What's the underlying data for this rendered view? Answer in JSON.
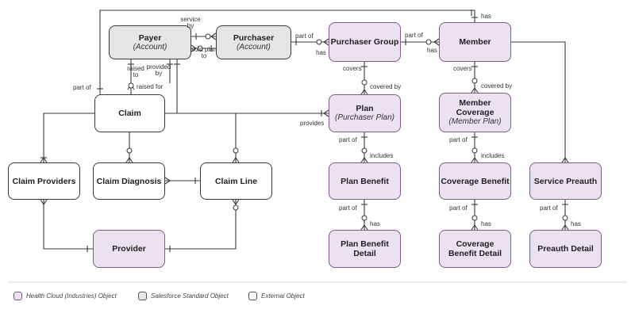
{
  "colors": {
    "line": "#3a3a3a",
    "standard_fill": "#e6e6e6",
    "external_fill": "#ffffff",
    "health_cloud_fill": "#ece1f0",
    "health_cloud_border": "#7e5b88"
  },
  "nodes": {
    "payer": {
      "name": "Payer",
      "sub": "(Account)"
    },
    "purchaser": {
      "name": "Purchaser",
      "sub": "(Account)"
    },
    "purchaser_group": {
      "name": "Purchaser Group"
    },
    "member": {
      "name": "Member"
    },
    "claim": {
      "name": "Claim"
    },
    "plan": {
      "name": "Plan",
      "sub": "(Purchaser Plan)"
    },
    "member_coverage": {
      "name": "Member Coverage",
      "sub": "(Member Plan)"
    },
    "claim_providers": {
      "name": "Claim Providers"
    },
    "claim_diagnosis": {
      "name": "Claim Diagnosis"
    },
    "claim_line": {
      "name": "Claim Line"
    },
    "plan_benefit": {
      "name": "Plan Benefit"
    },
    "coverage_benefit": {
      "name": "Coverage Benefit"
    },
    "service_preauth": {
      "name": "Service Preauth"
    },
    "provider": {
      "name": "Provider"
    },
    "plan_benefit_detail": {
      "name": "Plan Benefit Detail"
    },
    "coverage_benefit_detail": {
      "name": "Coverage Benefit Detail"
    },
    "preauth_detail": {
      "name": "Preauth Detail"
    }
  },
  "labels": {
    "has_top": "has",
    "service_by": "service by",
    "sold_plan_to": "sold plan to",
    "part_of_purchaser": "part of",
    "has_purchaser": "has",
    "part_of_group": "part of",
    "has_group": "has",
    "raised_to": "raised to",
    "provided_by": "provided by",
    "raised_for": "raised for",
    "part_of_claim": "part of",
    "covers_group": "covers",
    "covered_by_plan": "covered by",
    "covers_member": "covers",
    "covered_by_coverage": "covered by",
    "provides": "provides",
    "part_of_plan": "part of",
    "includes_plan": "includes",
    "part_of_coverage": "part of",
    "includes_coverage": "includes",
    "part_of_plan_benefit": "part of",
    "has_plan_benefit": "has",
    "part_of_coverage_benefit": "part of",
    "has_coverage_benefit": "has",
    "part_of_preauth": "part of",
    "has_preauth": "has"
  },
  "legend": [
    {
      "label": "Health Cloud (Industries) Object",
      "kind": "hc"
    },
    {
      "label": "Salesforce Standard Object",
      "kind": "std"
    },
    {
      "label": "External Object",
      "kind": "ext"
    }
  ]
}
